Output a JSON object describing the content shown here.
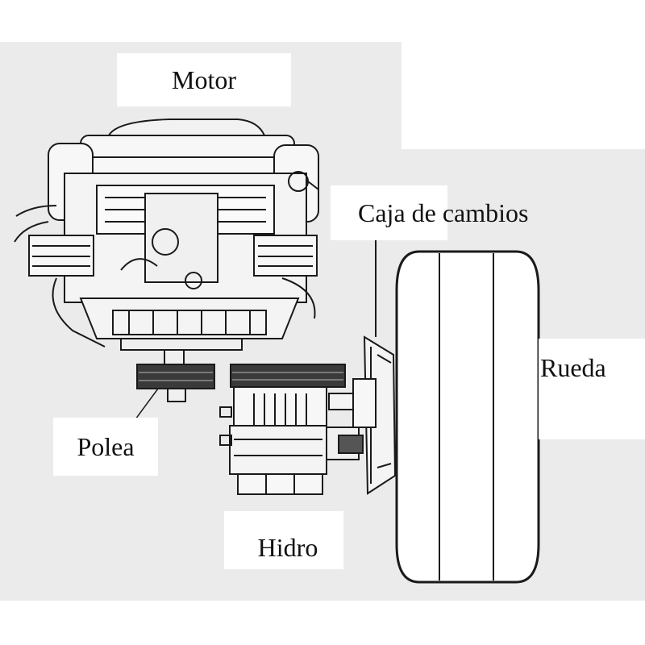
{
  "diagram": {
    "labels": {
      "motor": "Motor",
      "gearbox": "Caja de cambios",
      "wheel": "Rueda",
      "pulley": "Polea",
      "hydro": "Hidro"
    },
    "colors": {
      "background": "#ffffff",
      "panel": "#ebebeb",
      "line": "#1a1a1a",
      "label_box": "#ffffff"
    }
  }
}
